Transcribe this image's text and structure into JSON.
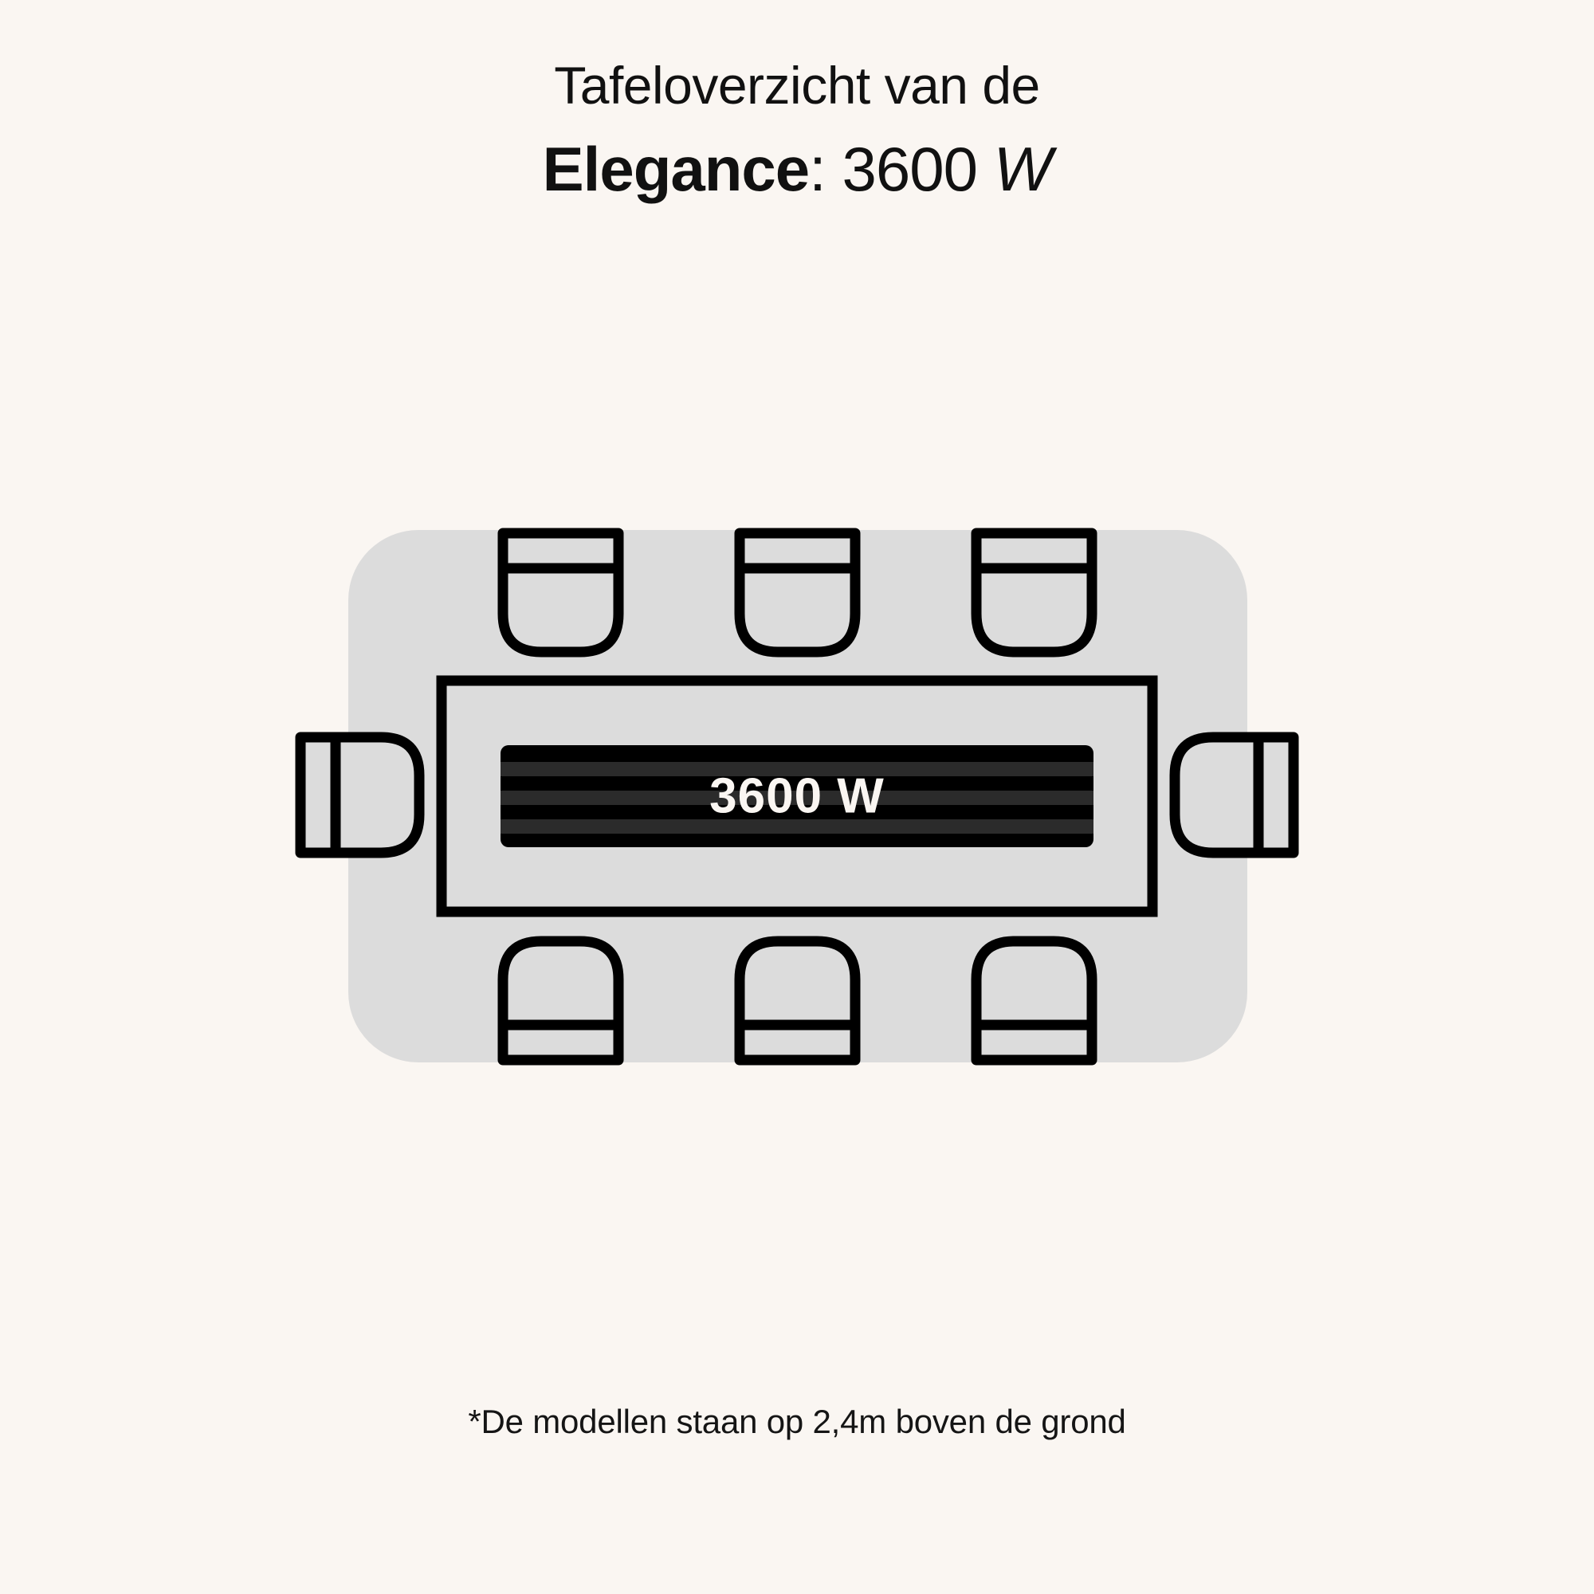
{
  "background_color": "#faf6f2",
  "accent_gray": "#dcdcdc",
  "stroke_color": "#000000",
  "heater_dark": "#000000",
  "heater_stripe": "#2b2b2b",
  "header": {
    "line1": "Tafeloverzicht van de",
    "model_name": "Elegance",
    "separator": ": ",
    "power_value": "3600",
    "power_unit": "W"
  },
  "diagram": {
    "name": "table-layout-top-view",
    "heater_label": "3600 W",
    "seat_count_top": 3,
    "seat_count_bottom": 3,
    "seat_count_left": 1,
    "seat_count_right": 1,
    "total_seats": 8,
    "chairs_top": [
      {
        "name": "chair-top-1"
      },
      {
        "name": "chair-top-2"
      },
      {
        "name": "chair-top-3"
      }
    ],
    "chairs_bottom": [
      {
        "name": "chair-bottom-1"
      },
      {
        "name": "chair-bottom-2"
      },
      {
        "name": "chair-bottom-3"
      }
    ],
    "chairs_left": [
      {
        "name": "chair-left-1"
      }
    ],
    "chairs_right": [
      {
        "name": "chair-right-1"
      }
    ]
  },
  "footer": {
    "note": "*De modellen staan op 2,4m boven de grond"
  }
}
